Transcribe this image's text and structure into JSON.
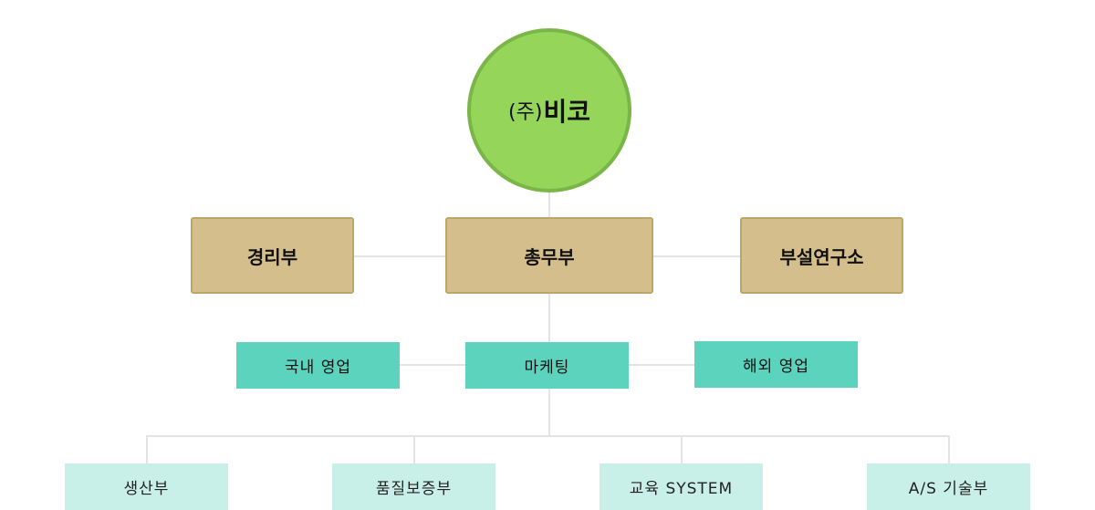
{
  "root": {
    "prefix": "(주)",
    "name": "비코"
  },
  "departments": [
    {
      "label": "경리부"
    },
    {
      "label": "총무부"
    },
    {
      "label": "부설연구소"
    }
  ],
  "teams": [
    {
      "label": "국내 영업"
    },
    {
      "label": "마케팅"
    },
    {
      "label": "해외 영업"
    }
  ],
  "units": [
    {
      "label": "생산부"
    },
    {
      "label": "품질보증부"
    },
    {
      "label": "교육 SYSTEM"
    },
    {
      "label": "A/S 기술부"
    }
  ],
  "colors": {
    "root_fill": "#95d55a",
    "root_border": "#7ab547",
    "dept_fill": "#d4bf8c",
    "team_fill": "#5bd3bd",
    "unit_fill": "#c9f0e8",
    "connector": "#e4e4e4"
  }
}
